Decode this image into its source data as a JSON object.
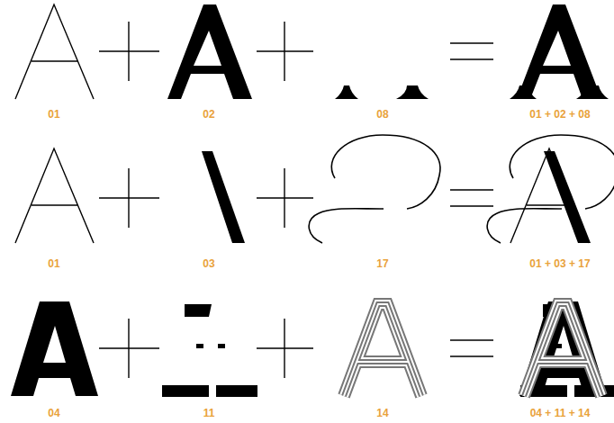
{
  "diagram": {
    "labels": [
      "01",
      "02",
      "08",
      "01 + 02 + 08",
      "01",
      "03",
      "17",
      "01 + 03 + 17",
      "04",
      "11",
      "14",
      "04 + 11 + 14"
    ]
  }
}
